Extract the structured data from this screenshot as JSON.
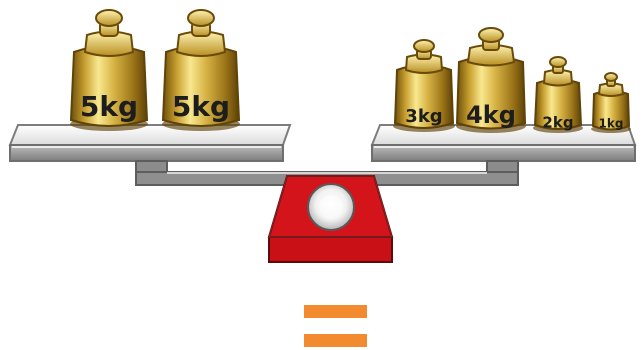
{
  "scale": {
    "status": "balanced"
  },
  "left_pan": {
    "weights": [
      {
        "label": "5kg",
        "value_kg": 5
      },
      {
        "label": "5kg",
        "value_kg": 5
      }
    ]
  },
  "right_pan": {
    "weights": [
      {
        "label": "3kg",
        "value_kg": 3
      },
      {
        "label": "4kg",
        "value_kg": 4
      },
      {
        "label": "2kg",
        "value_kg": 2
      },
      {
        "label": "1kg",
        "value_kg": 1
      }
    ]
  },
  "symbol": {
    "name": "equals-sign",
    "color": "#f28a2f"
  },
  "colors": {
    "base_red": "#d4141b",
    "base_dark_red": "#a10f13",
    "beam_gray": "#8d8d8d",
    "pan_top": "#f2f2f2",
    "pan_side": "#9a9a9a",
    "gold_light": "#f4e07a",
    "gold_mid": "#c9a12e",
    "gold_dark": "#7a5a10"
  }
}
